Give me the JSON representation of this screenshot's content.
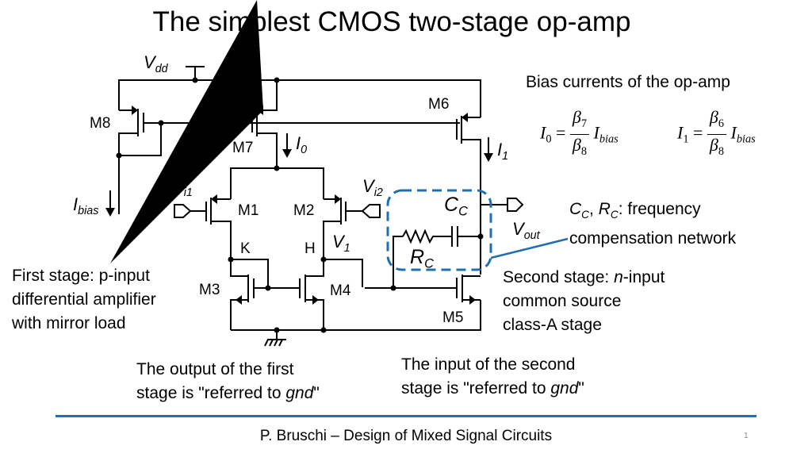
{
  "title": "The simplest CMOS two-stage op-amp",
  "schematic": {
    "supply": "V",
    "supply_sub": "dd",
    "transistors": [
      "M1",
      "M2",
      "M3",
      "M4",
      "M5",
      "M6",
      "M7",
      "M8"
    ],
    "nodes": {
      "K": "K",
      "H": "H"
    },
    "currents": {
      "i0": {
        "main": "I",
        "sub": "0"
      },
      "i1": {
        "main": "I",
        "sub": "1"
      },
      "ibias": {
        "main": "I",
        "sub": "bias"
      }
    },
    "inputs": {
      "vi1": {
        "main": "V",
        "sub": "i1"
      },
      "vi2": {
        "main": "V",
        "sub": "i2"
      }
    },
    "v1": {
      "main": "V",
      "sub": "1"
    },
    "vout": {
      "main": "V",
      "sub": "out"
    },
    "cc": {
      "main": "C",
      "sub": "C"
    },
    "rc": {
      "main": "R",
      "sub": "C"
    },
    "highlight_color": "#1f6fb2"
  },
  "bias": {
    "heading": "Bias currents of the op-amp",
    "eq0": {
      "lhs": "I",
      "lhs_sub": "0",
      "num": "β",
      "num_sub": "7",
      "den": "β",
      "den_sub": "8",
      "rhs": "I",
      "rhs_sub": "bias"
    },
    "eq1": {
      "lhs": "I",
      "lhs_sub": "1",
      "num": "β",
      "num_sub": "6",
      "den": "β",
      "den_sub": "8",
      "rhs": "I",
      "rhs_sub": "bias"
    }
  },
  "notes": {
    "compensation": {
      "c": "C",
      "c_sub": "C",
      "sep": ", ",
      "r": "R",
      "r_sub": "C",
      "rest1": ": frequency",
      "line2": "compensation network"
    },
    "second_stage": {
      "pre": "Second stage: ",
      "ital": "n",
      "post": "-input",
      "line2": "common source",
      "line3": "class-A stage"
    },
    "first_stage": [
      "First stage: p-input",
      "differential amplifier",
      "with mirror load"
    ],
    "output_first": {
      "line1": "The output of the first",
      "line2_pre": "stage  is \"referred to ",
      "ital": "gnd",
      "line2_post": "\""
    },
    "input_second": {
      "line1": "The input of the second",
      "line2_pre": "stage is \"referred to ",
      "ital": "gnd",
      "line2_post": "\""
    }
  },
  "footer": {
    "text": "P. Bruschi – Design of Mixed Signal Circuits",
    "page": "1"
  }
}
